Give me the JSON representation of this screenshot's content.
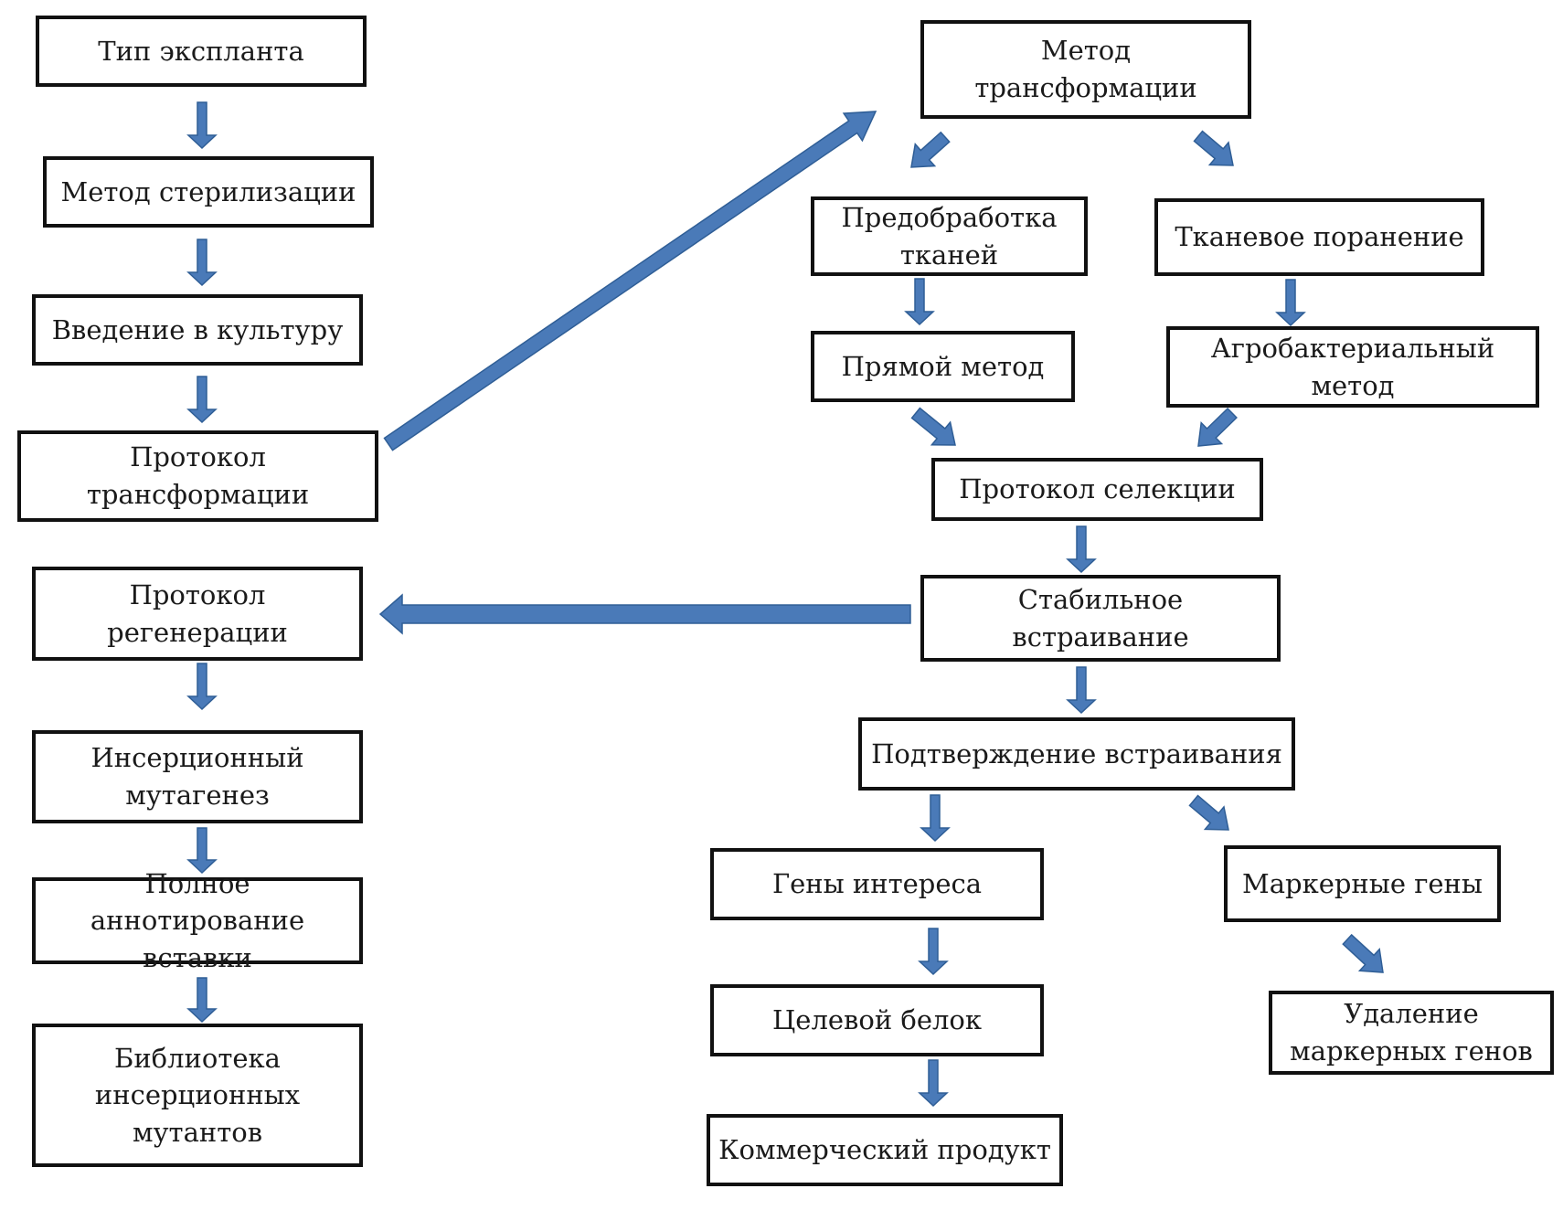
{
  "colors": {
    "arrow_fill": "#4a7ab8",
    "arrow_stroke": "#2f5e96",
    "box_border": "#111111",
    "text": "#1a1a1a"
  },
  "nodes": {
    "explant_type": "Тип экспланта",
    "sterilization_method": "Метод стерилизации",
    "culture_introduction": "Введение в культуру",
    "transformation_protocol": "Протокол\nтрансформации",
    "regeneration_protocol": "Протокол\nрегенерации",
    "insertional_mutagenesis": "Инсерционный\nмутагенез",
    "full_insert_annotation": "Полное аннотирование\nвставки",
    "insertional_mutant_library": "Библиотека\nинсерционных\nмутантов",
    "transformation_method": "Метод\nтрансформации",
    "tissue_pretreatment": "Предобработка\nтканей",
    "tissue_wounding": "Тканевое поранение",
    "direct_method": "Прямой метод",
    "agrobacterial_method": "Агробактериальный\nметод",
    "selection_protocol": "Протокол селекции",
    "stable_integration": "Стабильное\nвстраивание",
    "integration_confirmation": "Подтверждение встраивания",
    "genes_of_interest": "Гены интереса",
    "marker_genes": "Маркерные гены",
    "target_protein": "Целевой белок",
    "marker_gene_removal": "Удаление\nмаркерных генов",
    "commercial_product": "Коммерческий продукт"
  }
}
